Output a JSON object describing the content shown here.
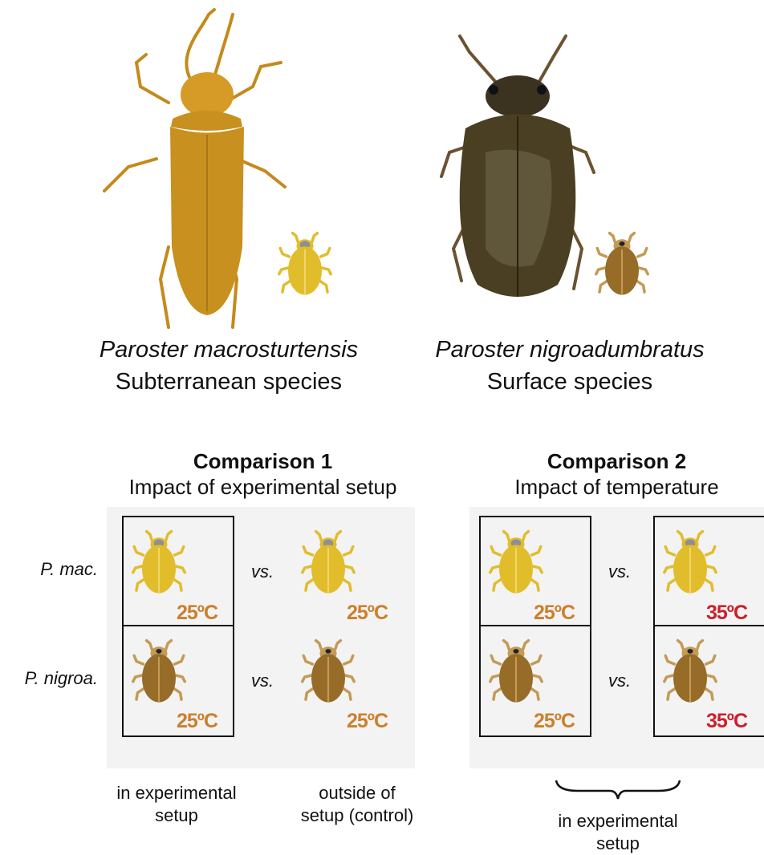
{
  "species": [
    {
      "name": "Paroster macrosturtensis",
      "type": "Subterranean species",
      "body_color": "#e1bd2c",
      "photo_color": "#c8901f"
    },
    {
      "name": "Paroster nigroadumbratus",
      "type": "Surface species",
      "body_color": "#976c28",
      "photo_color": "#4a3f22"
    }
  ],
  "comparisons": [
    {
      "title": "Comparison 1",
      "subtitle": "Impact of experimental setup",
      "col_captions": [
        "in experimental\nsetup",
        "outside of\nsetup (control)"
      ]
    },
    {
      "title": "Comparison 2",
      "subtitle": "Impact of temperature",
      "col_captions": [
        "in experimental\nsetup"
      ]
    }
  ],
  "row_labels": [
    "P. mac.",
    "P. nigroa."
  ],
  "vs_label": "vs.",
  "temps": {
    "normal": "25ºC",
    "hot": "35ºC"
  },
  "colors": {
    "normal_temp": "#cc7f2d",
    "hot_temp": "#cc1f2a",
    "panel": "#f3f3f3",
    "yellow_beetle": "#e1bd2c",
    "brown_beetle": "#976c28"
  }
}
